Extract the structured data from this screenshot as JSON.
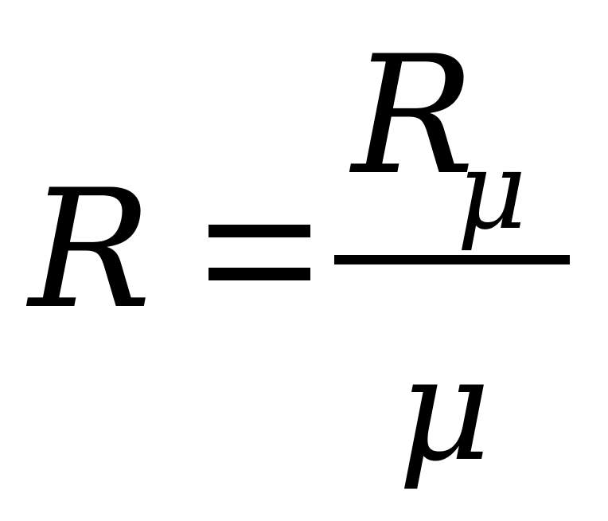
{
  "formula": {
    "lhs": "R",
    "operator": "=",
    "numerator": {
      "base": "R",
      "subscript": "μ"
    },
    "denominator": "μ"
  }
}
